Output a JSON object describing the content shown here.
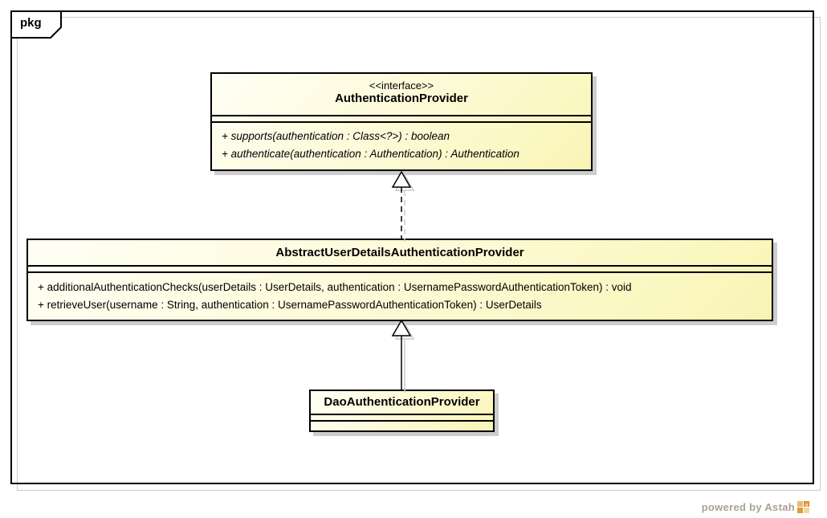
{
  "package": {
    "label": "pkg"
  },
  "classes": [
    {
      "stereotype": "<<interface>>",
      "name": "AuthenticationProvider",
      "operations": [
        "+ supports(authentication : Class<?>) : boolean",
        "+ authenticate(authentication : Authentication) : Authentication"
      ]
    },
    {
      "name": "AbstractUserDetailsAuthenticationProvider",
      "operations": [
        "+ additionalAuthenticationChecks(userDetails : UserDetails, authentication : UsernamePasswordAuthenticationToken) : void",
        "+ retrieveUser(username : String, authentication : UsernamePasswordAuthenticationToken) : UserDetails"
      ]
    },
    {
      "name": "DaoAuthenticationProvider",
      "operations": []
    }
  ],
  "relations": [
    {
      "type": "realization",
      "style": "dashed",
      "from": "AbstractUserDetailsAuthenticationProvider",
      "to": "AuthenticationProvider"
    },
    {
      "type": "generalization",
      "style": "solid",
      "from": "DaoAuthenticationProvider",
      "to": "AbstractUserDetailsAuthenticationProvider"
    }
  ],
  "footer": {
    "credit": "powered by Astah"
  },
  "colors": {
    "class_fill_start": "#fffff6",
    "class_fill_end": "#f8f3b4",
    "border": "#000000",
    "box_shadow": "#cdcdcd",
    "frame_shadow": "#cccccc",
    "credit_text": "#a9a193",
    "logo_orange": "#db8f2e"
  }
}
